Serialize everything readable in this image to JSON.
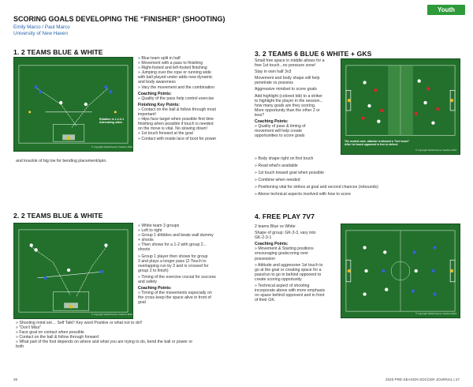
{
  "tag": "Youth",
  "title": "SCORING GOALS DEVELOPING THE “FINISHER” (SHOOTING)",
  "authors": "Emily Marco / Paul Marco",
  "university": "University of New Haven",
  "s1": {
    "head": "1. 2 TEAMS BLUE & WHITE",
    "diagram_note": "Rotation is 1-2-3-1 Alternating sides",
    "copyright": "© Copyright Global Soccer Coaches 2019",
    "lines": [
      "» Blue team split in half",
      "» Movement with a pass to finishing",
      "» Right-footed and left-footed finishing",
      "» Jumping over the rope or running wide",
      "with ball played under adds new dynamic",
      "and body awareness",
      "» Vary the movement and the combination"
    ],
    "coach_label": "Coaching Points:",
    "coach_lines": [
      "» Quality of the pass help control exercise"
    ],
    "finish_label": "Finishing Key Points:",
    "finish_lines": [
      "» Contact on the ball & follow through most",
      "important!",
      "» Hips face target when possible first time",
      "finishing when possible if touch is needed",
      "on the move is vital. No slowing down!",
      "» 1st touch forward at the goal",
      "» Contact with inside lace of boot for power"
    ],
    "tail": "and knuckle of big toe for bending placement/spin."
  },
  "s2": {
    "head": "2. 2 TEAMS BLUE & WHITE",
    "copyright": "© Copyright Global Soccer Coaches 2019",
    "lines": [
      "» White team 3 groups",
      "» Left to right",
      "» Group 1 dribbles and beats wall dummy",
      "+ shoots",
      "» Then shows for a 1-2 with group 2...",
      "shoots"
    ],
    "lines2": [
      "» Group 1 player then shows for group",
      "3 and plays a longer pass (2-Touch to",
      "overlapping run by 3 and is crossed for",
      "group 2 to finish)"
    ],
    "lines3": [
      "» Timing of the exercise crucial for success",
      "and safety"
    ],
    "coach_label": "Coaching Points:",
    "coach_lines": [
      "» Timing of the movements especially on",
      "the cross keep the space alive in front of",
      "goal"
    ],
    "bottom_lines": [
      "» Shooting mind set… Self Talk!! Key word Positive or what not to do!!",
      "» \"Don't Miss\"",
      "» Face goal on contact when possible",
      "» Contact on the ball & follow through forward",
      "» What part of the foot depends on where and what you are trying to do, bend the ball or power or",
      "both"
    ]
  },
  "s3": {
    "head": "3. 2 TEAMS 6 BLUE 6 WHITE + GKS",
    "diagram_note_1": "The neutral zone, attacker is allowed a \"free touch\"",
    "diagram_note_2": "After 1st touch opponent is free to defend",
    "copyright": "© Copyright Global Soccer Coaches 2019",
    "intro": [
      "Small free space in middle allows for a",
      "free 1st touch...no pressure zone!"
    ],
    "p2": "Stay in own half 3v3",
    "p3": [
      "Movement and body shape will help",
      "penetrate vs possess"
    ],
    "p4": "Aggressive mindset to score goals",
    "p5": [
      "Add highlight (colored bib) to a striker",
      "to highlight the player in the session...",
      "how many goals are they scoring.",
      "More opportunity than the other 2 or",
      "less?"
    ],
    "coach_label": "Coaching Points:",
    "coach_lines": [
      "» Quality of pass & timing of",
      "movement will help create",
      "opportunities to score goals"
    ],
    "bottom_lines": [
      "» Body shape right on first touch",
      "» Read what's available",
      "» 1st touch toward goal when possible",
      "» Combine when needed",
      "» Positioning vital for strikes at goal and second chances (rebounds)",
      "» Above technical aspects involved with how to score"
    ]
  },
  "s4": {
    "head": "4. FREE PLAY 7V7",
    "copyright": "© Copyright Global Soccer Coaches 2019",
    "p1": "2 teams Blue vs White",
    "p2": [
      "Shape of group: GK-3-3, vary into",
      "GK-2-3-1"
    ],
    "coach_label": "Coaching Points:",
    "coach_lines": [
      "» Movement & Starting positions",
      "encouraging goalscoring over",
      "possession"
    ],
    "lines2": [
      "» Attitude and aggressive 1st touch to",
      "go at the goal or creating space for a",
      "pass/run to go in behind opponent to",
      "create scoring opportunity"
    ],
    "lines3": [
      "» Technical aspect of shooting",
      "incorporate above with more emphasis",
      "on space behind opponent and in front",
      "of their GK."
    ]
  },
  "footer": {
    "left": "26",
    "right": "2020 PRE-SEASON SOCCER JOURNAL | 27"
  }
}
